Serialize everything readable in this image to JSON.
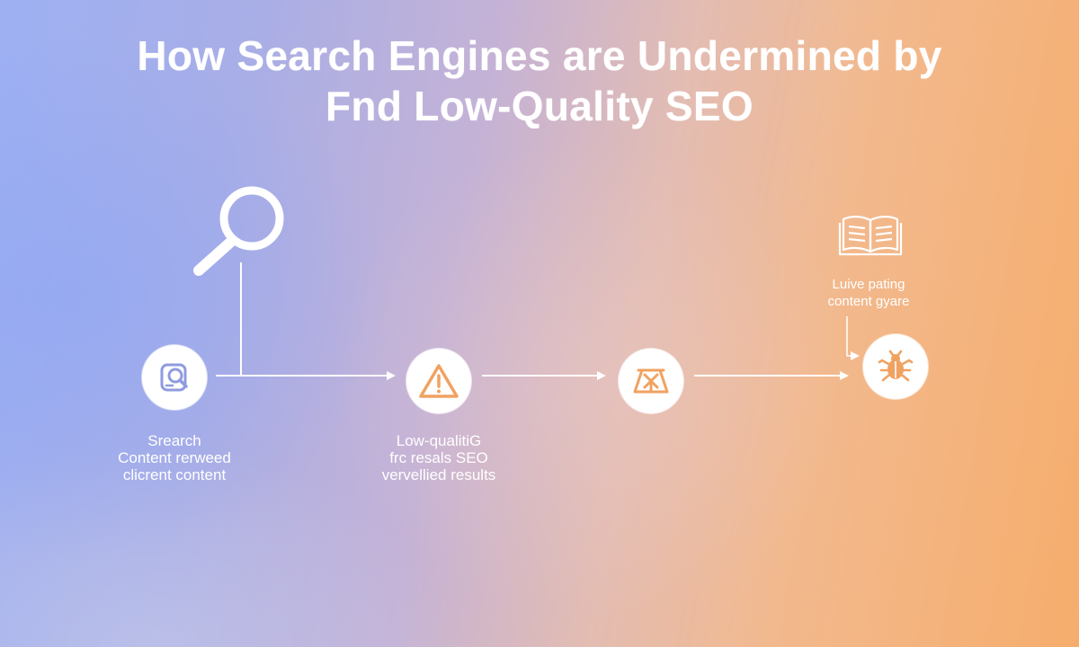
{
  "title": {
    "line1": "How Search Engines are Undermined by",
    "line2": "Fnd Low-Quality SEO"
  },
  "steps": [
    {
      "icon": "search-document-icon",
      "label": [
        "Srearch",
        "Content rerweed",
        "clicrent content"
      ]
    },
    {
      "icon": "warning-triangle-icon",
      "label": [
        "Low-qualitiG",
        "frc resals SEO",
        "vervellied results"
      ]
    },
    {
      "icon": "broken-warning-icon",
      "label": []
    },
    {
      "icon": "bug-icon",
      "label": []
    }
  ],
  "side_note": {
    "icon": "open-book-icon",
    "label": [
      "Luive pating",
      "content gyare"
    ]
  },
  "top_icon": "magnifier-icon",
  "colors": {
    "icon_orange": "#f0a261",
    "icon_blue": "#9aa6e6",
    "line": "#ffffff"
  }
}
